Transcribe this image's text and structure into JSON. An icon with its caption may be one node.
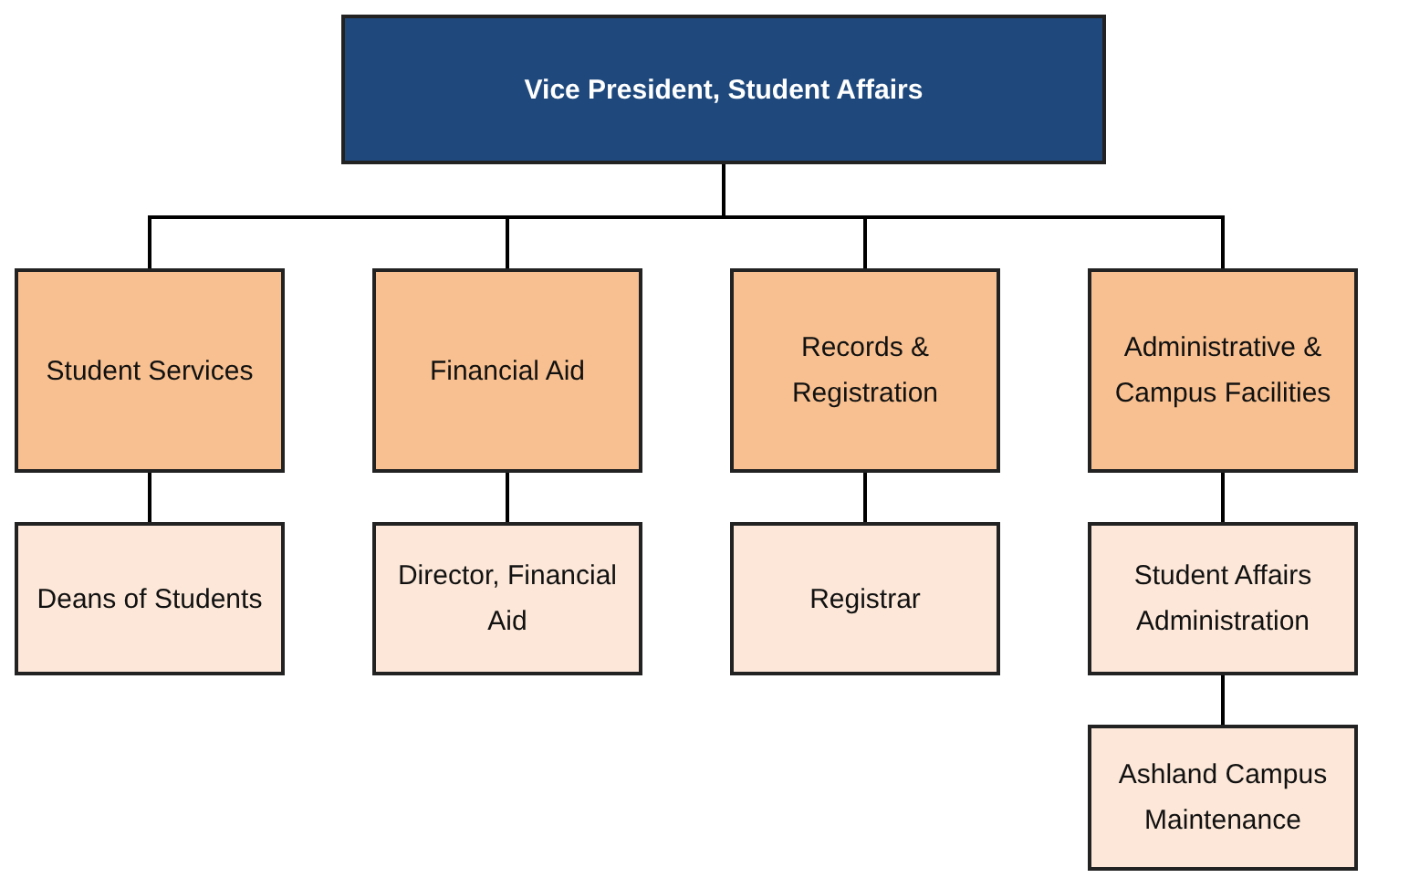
{
  "diagram": {
    "nodes": [
      {
        "text": [
          "Vice President, Student Affairs"
        ]
      },
      {
        "text": [
          "Student Services"
        ]
      },
      {
        "text": [
          "Financial Aid"
        ]
      },
      {
        "text": [
          "Records & Registration"
        ]
      },
      {
        "text": [
          "Administrative & Campus Facilities"
        ]
      },
      {
        "text": [
          "Deans of Students"
        ]
      },
      {
        "text": [
          "Director, Financial Aid"
        ]
      },
      {
        "text": [
          "Registrar"
        ]
      },
      {
        "text": [
          "Student Affairs Administration"
        ]
      },
      {
        "text": [
          "Ashland Campus Maintenance"
        ]
      }
    ],
    "edges": [
      {
        "from": 0,
        "to": 1,
        "arrow": "none"
      },
      {
        "from": 0,
        "to": 2,
        "arrow": "none"
      },
      {
        "from": 0,
        "to": 3,
        "arrow": "none"
      },
      {
        "from": 0,
        "to": 4,
        "arrow": "none"
      },
      {
        "from": 1,
        "to": 5,
        "arrow": "none"
      },
      {
        "from": 2,
        "to": 6,
        "arrow": "none"
      },
      {
        "from": 3,
        "to": 7,
        "arrow": "none"
      },
      {
        "from": 4,
        "to": 8,
        "arrow": "none"
      },
      {
        "from": 8,
        "to": 9,
        "arrow": "none"
      }
    ]
  }
}
